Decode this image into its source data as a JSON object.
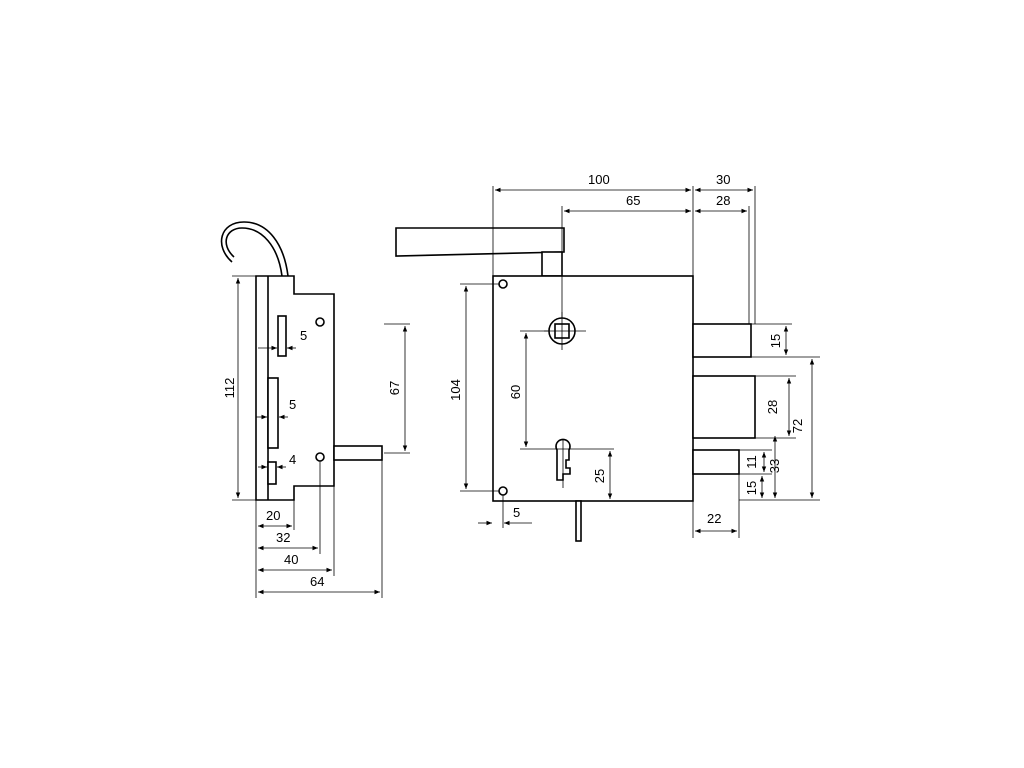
{
  "side_view": {
    "height_total": "112",
    "slot_width_top": "5",
    "slot_width_middle": "5",
    "slot_width_bottom": "4",
    "offset_20": "20",
    "offset_32": "32",
    "offset_40": "40",
    "overall_depth": "64",
    "latch_height": "67"
  },
  "front_view": {
    "width_case": "100",
    "bolt_projection": "30",
    "handle_offset": "65",
    "bolt_offset": "28",
    "height_case": "104",
    "spindle_to_key": "60",
    "key_to_bottom": "25",
    "screw_inset": "5",
    "deadbolt_height": "15",
    "latch_bolt_height": "28",
    "bolt_span": "72",
    "lower_bolt_height": "11",
    "lower_span": "33",
    "lower_offset": "15",
    "case_to_bolt": "22"
  },
  "colors": {
    "line": "#000000",
    "background": "#ffffff"
  }
}
